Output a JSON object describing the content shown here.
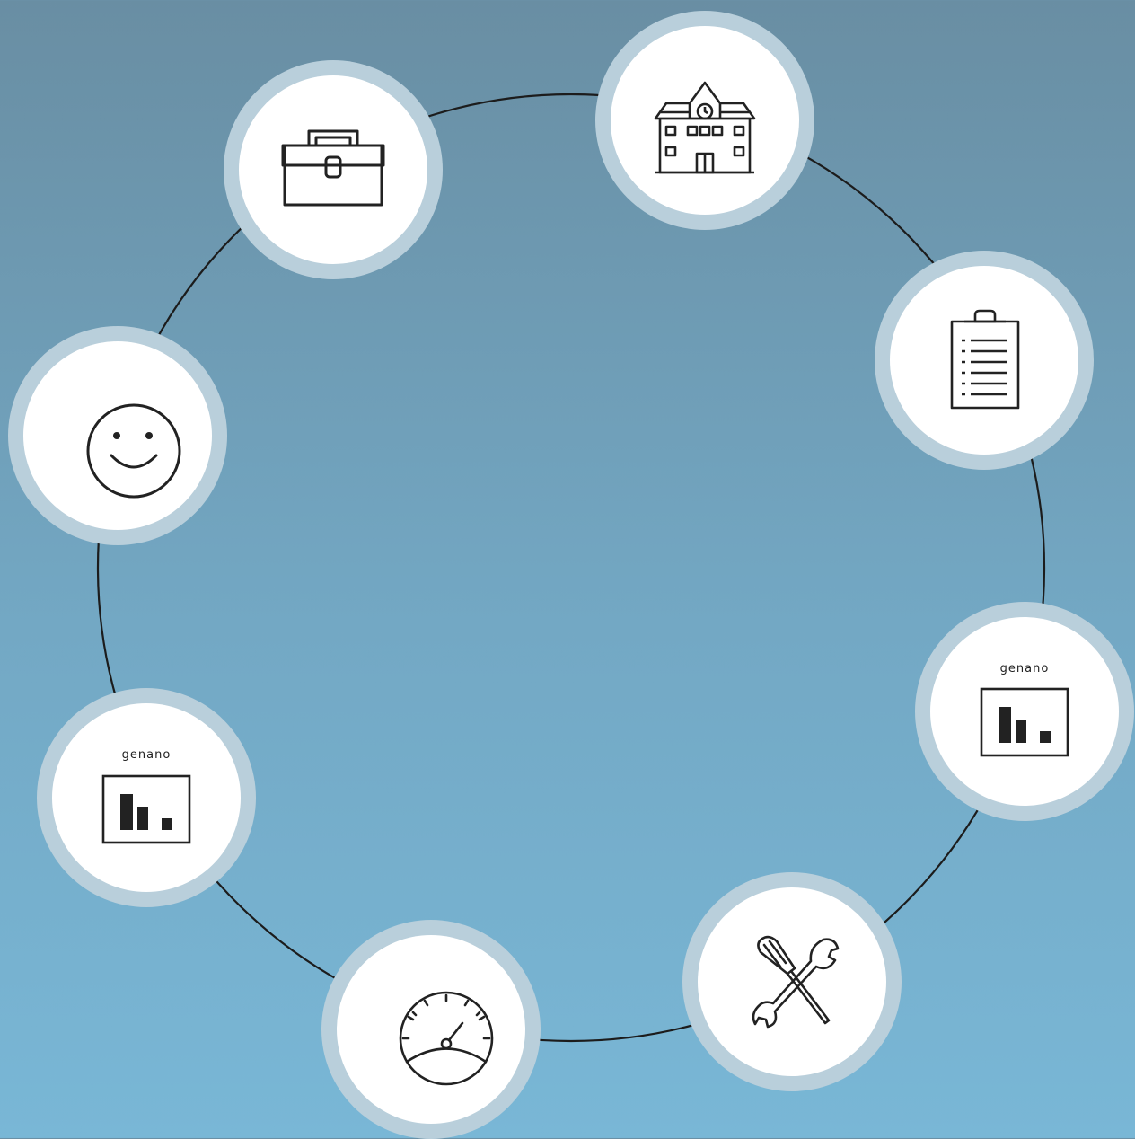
{
  "nodes": [
    {
      "id": "toolbox",
      "icon": "toolbox-icon"
    },
    {
      "id": "school",
      "icon": "school-building-icon"
    },
    {
      "id": "checklist",
      "icon": "clipboard-checklist-icon"
    },
    {
      "id": "genano-right",
      "icon": "genano-device-icon",
      "label": "Genano"
    },
    {
      "id": "tools",
      "icon": "screwdriver-wrench-icon"
    },
    {
      "id": "gauge",
      "icon": "speedometer-icon"
    },
    {
      "id": "genano-left",
      "icon": "genano-device-icon",
      "label": "Genano"
    },
    {
      "id": "smiley",
      "icon": "smiley-face-icon"
    }
  ],
  "colors": {
    "ring": "#b9cfdb",
    "line": "#1c1c1c",
    "icon": "#222222",
    "background_top": "#698ea3",
    "background_bottom": "#79b7d6"
  }
}
